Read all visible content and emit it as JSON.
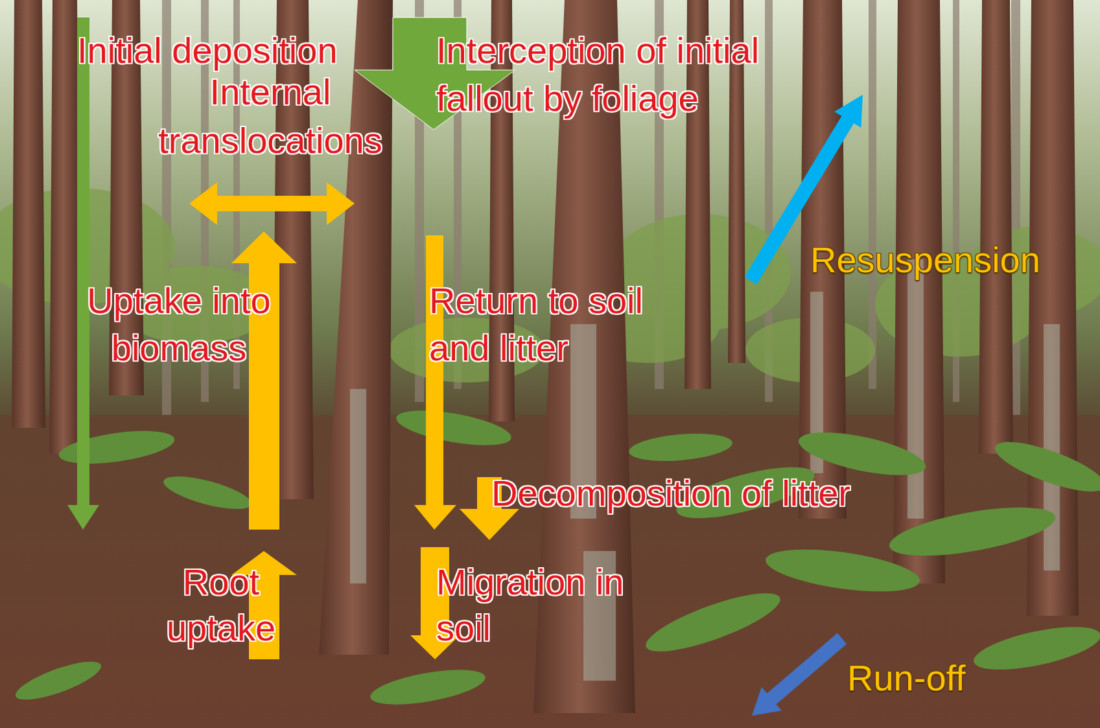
{
  "diagram": {
    "labels": [
      "Initial deposition",
      "Internal translocations",
      "Interception of initial fallout by foliage",
      "Uptake into biomass",
      "Return to soil and litter",
      "Resuspension",
      "Decomposition of litter",
      "Root uptake",
      "Migration in soil",
      "Run-off"
    ]
  }
}
